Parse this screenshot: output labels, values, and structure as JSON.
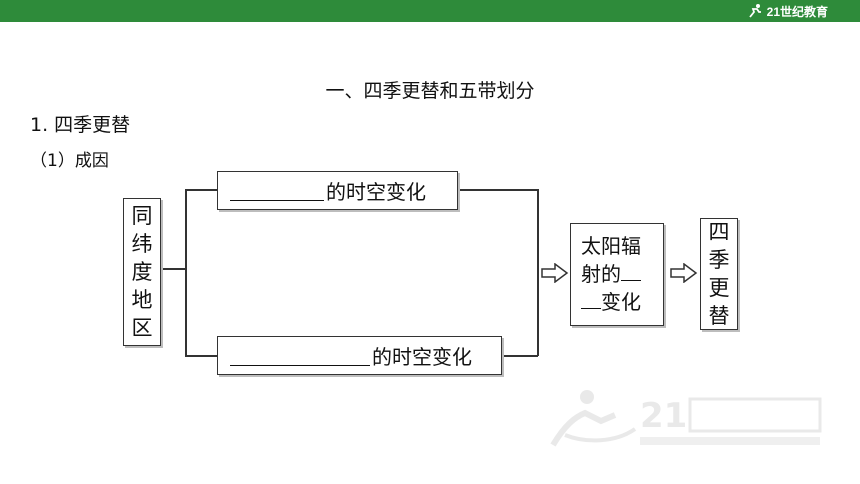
{
  "header": {
    "logo_text": "21世纪教育"
  },
  "section": {
    "heading": "一、四季更替和五带划分",
    "subheading": "1. 四季更替",
    "sub_subheading": "（1）成因"
  },
  "diagram": {
    "left_box": [
      "同",
      "纬",
      "度",
      "地",
      "区"
    ],
    "top_box_suffix": "的时空变化",
    "bottom_box_suffix": "的时空变化",
    "middle_box_line1": "太阳辐",
    "middle_box_line2_prefix": "射的",
    "middle_box_line3_suffix": "变化",
    "right_box": [
      "四",
      "季",
      "更",
      "替"
    ]
  },
  "colors": {
    "top_bar": "#2e8b3a",
    "box_border": "#333333",
    "box_shadow": "#bdbdbd"
  }
}
